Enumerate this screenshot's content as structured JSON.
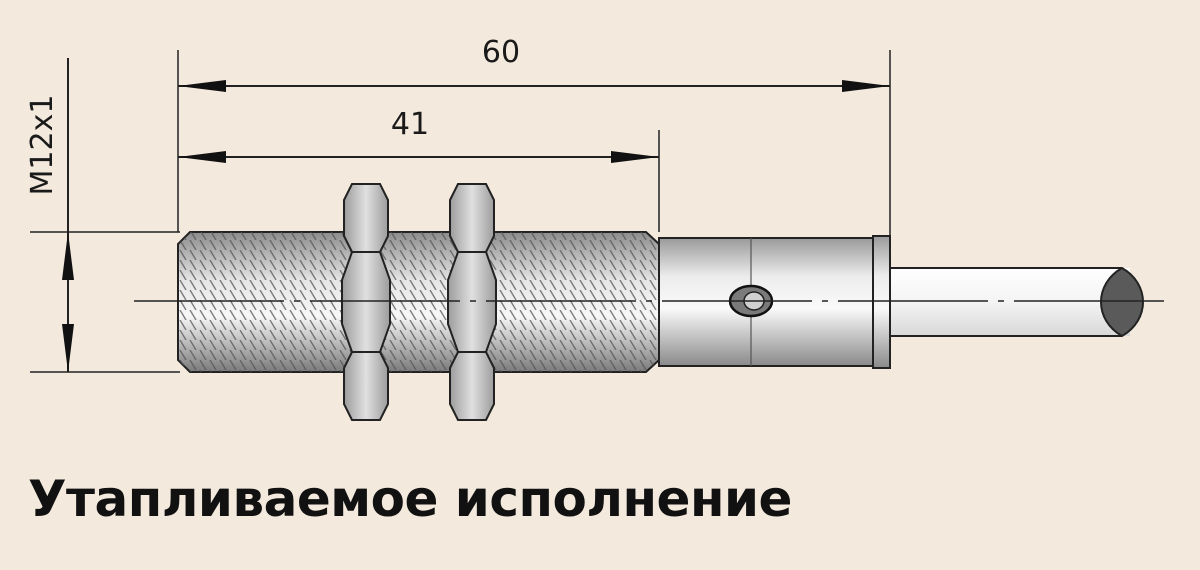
{
  "drawing": {
    "dimensions": {
      "overall_length": "60",
      "thread_length": "41",
      "thread_size": "M12x1"
    }
  },
  "caption": "Утапливаемое исполнение"
}
